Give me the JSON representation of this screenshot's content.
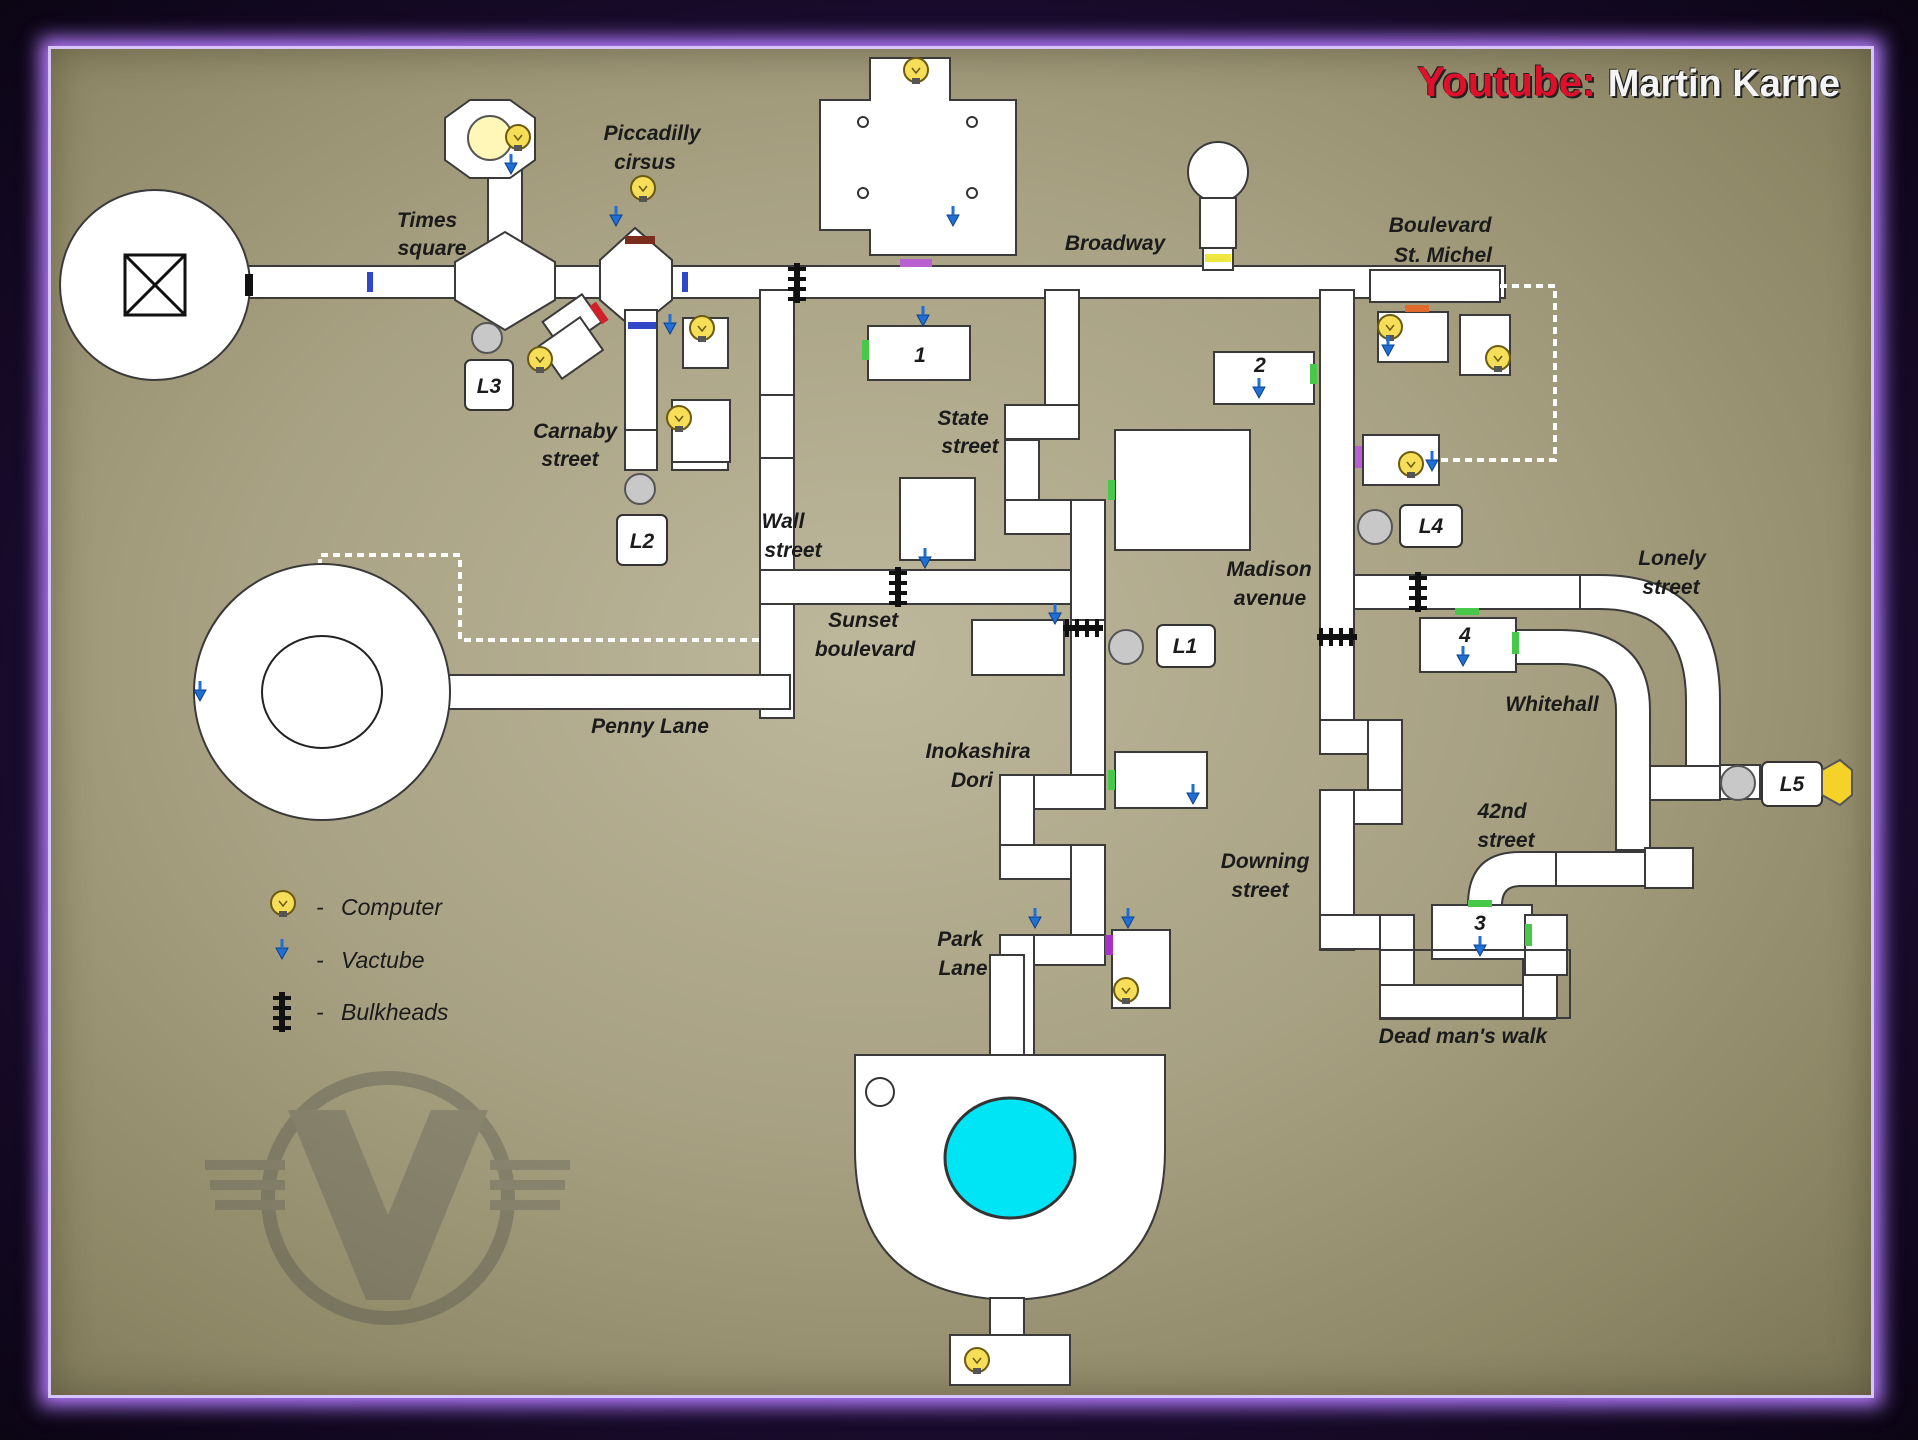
{
  "header": {
    "platform": "Youtube:",
    "author": "Martin Karne"
  },
  "colors": {
    "frame": "#6a2bc4",
    "paper": "#a8a183",
    "pipe": "#ffffff",
    "pool": "#00e5f5",
    "computer": "#f7de59",
    "vactube": "#1f6fd6"
  },
  "streets": {
    "times_square": [
      "Times",
      "square"
    ],
    "piccadilly": [
      "Piccadilly",
      "cirsus"
    ],
    "broadway": "Broadway",
    "boulevard": [
      "Boulevard",
      "St. Michel"
    ],
    "carnaby": [
      "Carnaby",
      "street"
    ],
    "state": [
      "State",
      "street"
    ],
    "wall": [
      "Wall",
      "street"
    ],
    "sunset": [
      "Sunset",
      "boulevard"
    ],
    "madison": [
      "Madison",
      "avenue"
    ],
    "lonely": [
      "Lonely",
      "street"
    ],
    "whitehall": "Whitehall",
    "penny": "Penny Lane",
    "inokashira": [
      "Inokashira",
      "Dori"
    ],
    "nd42": [
      "42nd",
      "street"
    ],
    "downing": [
      "Downing",
      "street"
    ],
    "park": [
      "Park",
      "Lane"
    ],
    "deadman": "Dead man's walk"
  },
  "rooms": {
    "r1": "1",
    "r2": "2",
    "r3": "3",
    "r4": "4"
  },
  "lifts": {
    "l1": "L1",
    "l2": "L2",
    "l3": "L3",
    "l4": "L4",
    "l5": "L5"
  },
  "legend": [
    {
      "icon": "computer-icon",
      "dash": "-",
      "label": "Computer"
    },
    {
      "icon": "vactube-icon",
      "dash": "-",
      "label": "Vactube"
    },
    {
      "icon": "bulkhead-icon",
      "dash": "-",
      "label": "Bulkheads"
    }
  ]
}
